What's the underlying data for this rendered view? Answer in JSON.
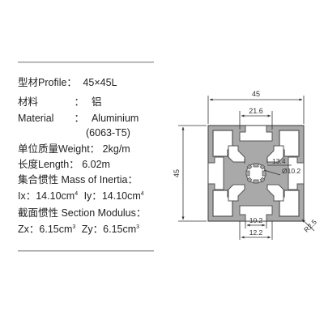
{
  "specs": {
    "profile": {
      "label": "型材Profile：",
      "value": "45×45L"
    },
    "material_cn": {
      "label": "材料",
      "value": "铝"
    },
    "material": {
      "label": "Material",
      "value": "Aluminium",
      "value2": "(6063-T5)"
    },
    "weight": {
      "label": "单位质量Weight：",
      "value": "2kg/m"
    },
    "length": {
      "label": "长度Length：",
      "value": "6.02m"
    },
    "inertia": {
      "label": "集合惯性 Mass of Inertia："
    },
    "ix": {
      "label": "Ix：",
      "value": "14.10cm",
      "sup": "4"
    },
    "iy": {
      "label": "Iy：",
      "value": "14.10cm",
      "sup": "4"
    },
    "modulus": {
      "label": "截面惯性 Section Modulus："
    },
    "zx": {
      "label": "Zx：",
      "value": "6.15cm",
      "sup": "3"
    },
    "zy": {
      "label": "Zy：",
      "value": "6.15cm",
      "sup": "3"
    },
    "colon": "："
  },
  "drawing": {
    "dim_width": "45",
    "dim_height": "45",
    "dim_slot": "21.6",
    "dim_core": "13.4",
    "dim_bore": "Ø10.2",
    "dim_slot_opening": "10.2",
    "dim_slot_inner": "12.2",
    "dim_radius": "R2.5"
  },
  "colors": {
    "profile_fill": "#a9a9a9",
    "profile_stroke": "#555555",
    "dimension_line": "#333333"
  }
}
